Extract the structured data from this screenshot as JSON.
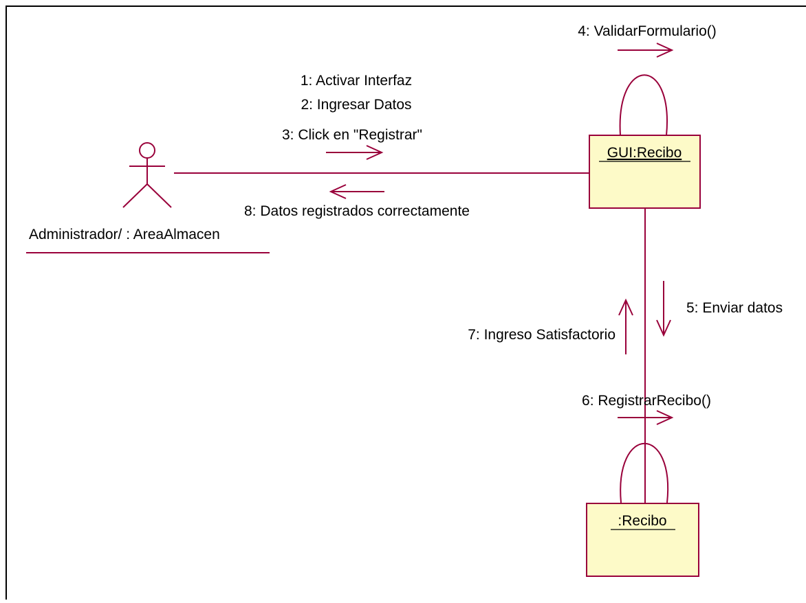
{
  "diagram": {
    "actor": {
      "label": "Administrador/ : AreaAlmacen"
    },
    "objects": [
      {
        "id": "gui",
        "label": "GUI:Recibo"
      },
      {
        "id": "recibo",
        "label": ":Recibo"
      }
    ],
    "messages": [
      {
        "id": "m1",
        "text": "1: Activar Interfaz"
      },
      {
        "id": "m2",
        "text": "2: Ingresar Datos"
      },
      {
        "id": "m3",
        "text": "3: Click en \"Registrar\""
      },
      {
        "id": "m4",
        "text": "4: ValidarFormulario()"
      },
      {
        "id": "m5",
        "text": "5: Enviar datos"
      },
      {
        "id": "m6",
        "text": "6: RegistrarRecibo()"
      },
      {
        "id": "m7",
        "text": "7: Ingreso Satisfactorio"
      },
      {
        "id": "m8",
        "text": "8: Datos registrados correctamente"
      }
    ]
  },
  "colors": {
    "line": "#99003a",
    "object_fill": "#fdfac8",
    "frame": "#000000",
    "text": "#000000"
  }
}
